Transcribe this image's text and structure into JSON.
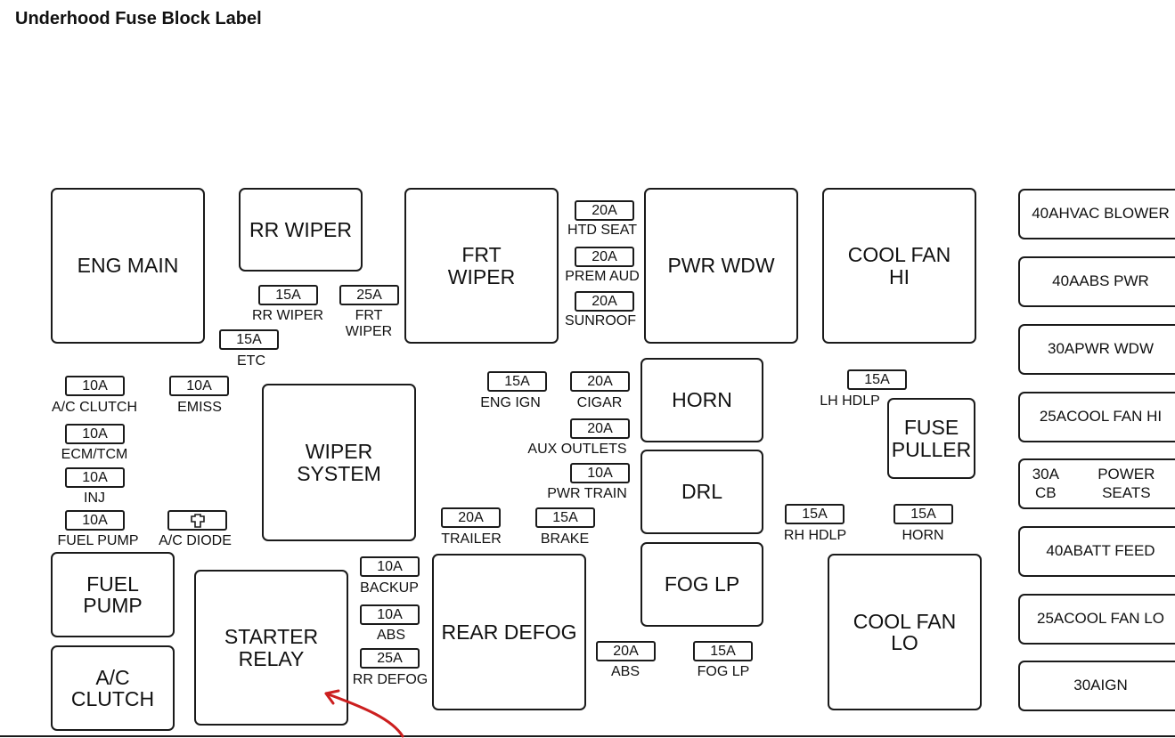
{
  "title": "Underhood Fuse Block Label",
  "relays": {
    "eng_main": "ENG MAIN",
    "rr_wiper": "RR WIPER",
    "frt_wiper": "FRT\nWIPER",
    "pwr_wdw": "PWR WDW",
    "cool_fan_hi": "COOL FAN\nHI",
    "wiper_system": "WIPER\nSYSTEM",
    "horn": "HORN",
    "drl": "DRL",
    "fog_lp": "FOG LP",
    "fuse_puller": "FUSE\nPULLER",
    "fuel_pump": "FUEL\nPUMP",
    "ac_clutch": "A/C\nCLUTCH",
    "starter_relay": "STARTER\nRELAY",
    "rear_defog": "REAR DEFOG",
    "cool_fan_lo": "COOL FAN\nLO"
  },
  "fuses": {
    "rr_wiper": {
      "rating": "15A",
      "label": "RR WIPER"
    },
    "frt_wiper": {
      "rating": "25A",
      "label": "FRT\nWIPER"
    },
    "etc": {
      "rating": "15A",
      "label": "ETC"
    },
    "htd_seat": {
      "rating": "20A",
      "label": "HTD SEAT"
    },
    "prem_aud": {
      "rating": "20A",
      "label": "PREM AUD"
    },
    "sunroof": {
      "rating": "20A",
      "label": "SUNROOF"
    },
    "ac_clutch": {
      "rating": "10A",
      "label": "A/C CLUTCH"
    },
    "emiss": {
      "rating": "10A",
      "label": "EMISS"
    },
    "ecm_tcm": {
      "rating": "10A",
      "label": "ECM/TCM"
    },
    "inj": {
      "rating": "10A",
      "label": "INJ"
    },
    "fuel_pump": {
      "rating": "10A",
      "label": "FUEL PUMP"
    },
    "ac_diode": {
      "label": "A/C DIODE"
    },
    "eng_ign": {
      "rating": "15A",
      "label": "ENG IGN"
    },
    "cigar": {
      "rating": "20A",
      "label": "CIGAR"
    },
    "aux_outlets": {
      "rating": "20A",
      "label": "AUX OUTLETS"
    },
    "pwr_train": {
      "rating": "10A",
      "label": "PWR TRAIN"
    },
    "trailer": {
      "rating": "20A",
      "label": "TRAILER"
    },
    "brake": {
      "rating": "15A",
      "label": "BRAKE"
    },
    "backup": {
      "rating": "10A",
      "label": "BACKUP"
    },
    "abs_small": {
      "rating": "10A",
      "label": "ABS"
    },
    "rr_defog": {
      "rating": "25A",
      "label": "RR DEFOG"
    },
    "abs": {
      "rating": "20A",
      "label": "ABS"
    },
    "fog_lp": {
      "rating": "15A",
      "label": "FOG LP"
    },
    "lh_hdlp": {
      "rating": "15A",
      "label": "LH HDLP"
    },
    "rh_hdlp": {
      "rating": "15A",
      "label": "RH HDLP"
    },
    "horn": {
      "rating": "15A",
      "label": "HORN"
    }
  },
  "maxi_fuses": [
    {
      "rating": "40A",
      "label": "HVAC BLOWER"
    },
    {
      "rating": "40A",
      "label": "ABS PWR"
    },
    {
      "rating": "30A",
      "label": "PWR WDW"
    },
    {
      "rating": "25A",
      "label": "COOL FAN HI"
    },
    {
      "rating": "30A CB",
      "label": "POWER SEATS"
    },
    {
      "rating": "40A",
      "label": "BATT FEED"
    },
    {
      "rating": "25A",
      "label": "COOL FAN LO"
    },
    {
      "rating": "30A",
      "label": "IGN"
    }
  ],
  "colors": {
    "annotation_arrow": "#cc1f1f"
  }
}
